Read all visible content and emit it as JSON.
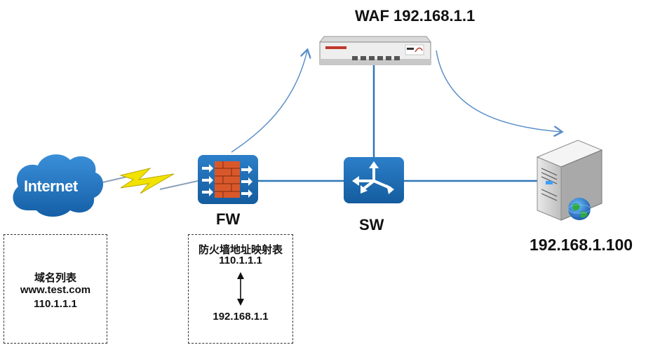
{
  "nodes": {
    "waf_label": "WAF 192.168.1.1",
    "internet_label": "Internet",
    "fw_label": "FW",
    "sw_label": "SW",
    "server_label": "192.168.1.100"
  },
  "dns_box": {
    "title": "域名列表",
    "domain": "www.test.com",
    "ip": "110.1.1.1"
  },
  "fw_box": {
    "title": "防火墙地址映射表",
    "public_ip": "110.1.1.1",
    "private_ip": "192.168.1.1"
  },
  "colors": {
    "device_blue": "#1f6fb5",
    "firewall_brick": "#d9582a",
    "link_line": "#2f76b8",
    "flow_arrow": "#5b8fc7",
    "lightning": "#f2e200"
  }
}
